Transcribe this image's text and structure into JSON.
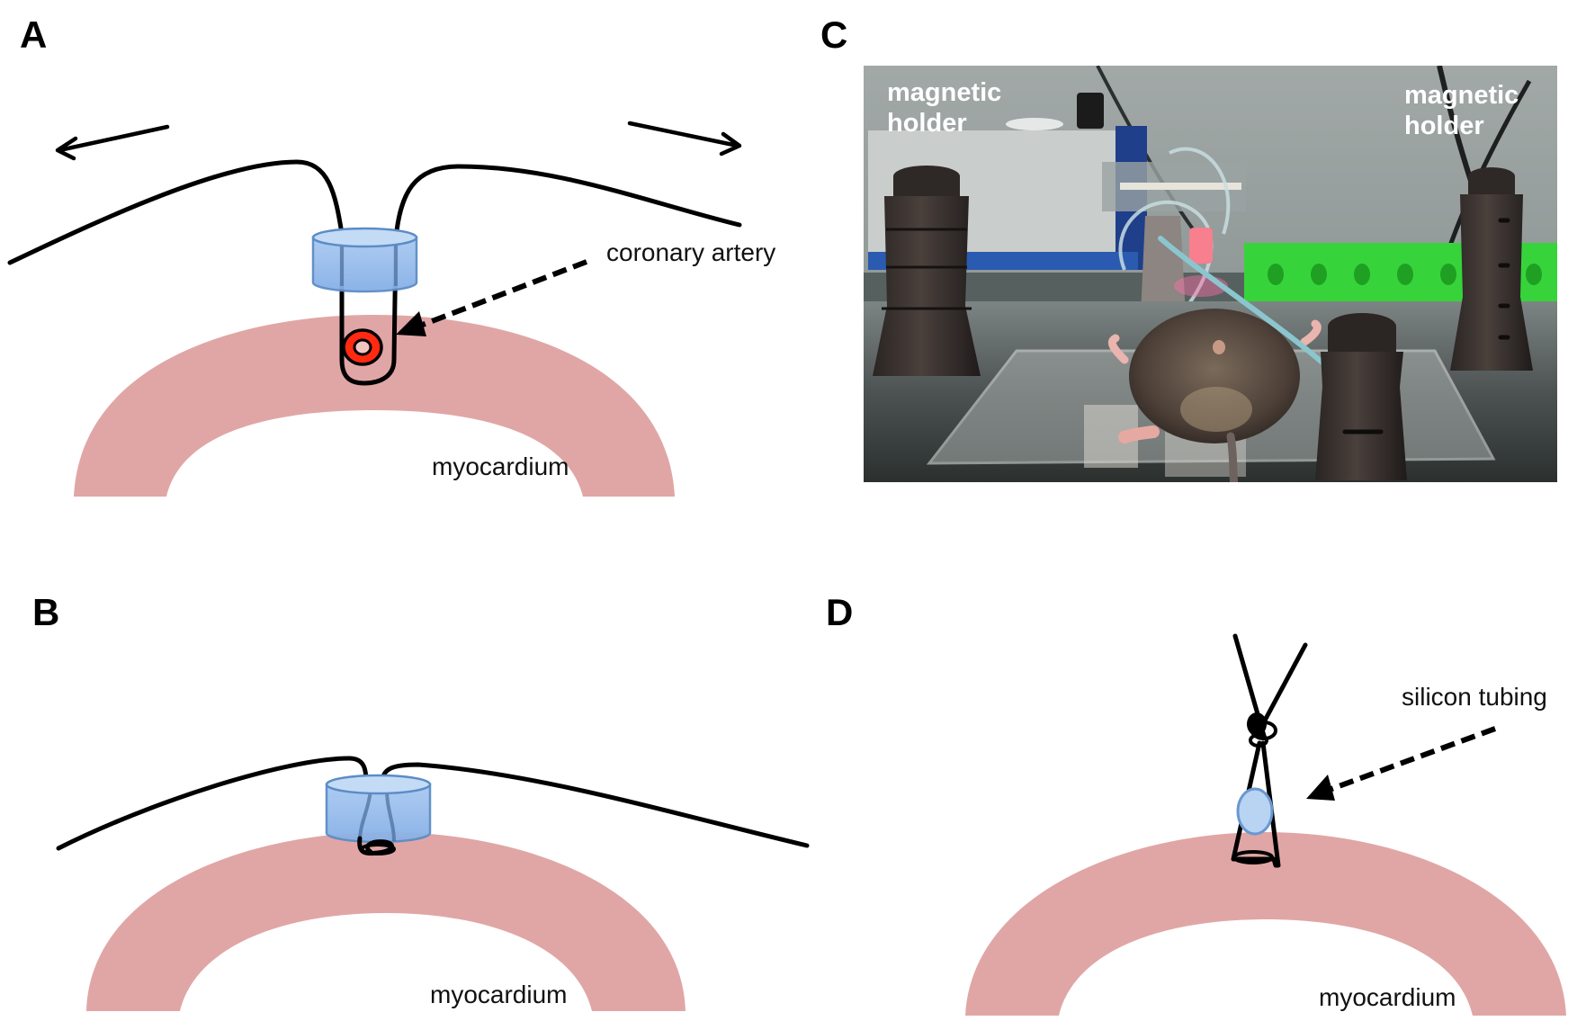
{
  "figure": {
    "panels": [
      {
        "id": "A",
        "letter": "A",
        "labels": {
          "artery": "coronary artery",
          "tissue": "myocardium"
        }
      },
      {
        "id": "B",
        "letter": "B",
        "labels": {
          "tissue": "myocardium"
        }
      },
      {
        "id": "C",
        "letter": "C",
        "labels": {
          "left_holder": [
            "magnetic",
            "holder"
          ],
          "right_holder": [
            "magnetic",
            "holder"
          ]
        }
      },
      {
        "id": "D",
        "letter": "D",
        "labels": {
          "tubing": "silicon tubing",
          "tissue": "myocardium"
        }
      }
    ]
  },
  "panelA": {
    "letter": "A",
    "artery_label": "coronary artery",
    "tissue_label": "myocardium"
  },
  "panelB": {
    "letter": "B",
    "tissue_label": "myocardium"
  },
  "panelC": {
    "letter": "C",
    "left_label_line1": "magnetic",
    "left_label_line2": "holder",
    "right_label_line1": "magnetic",
    "right_label_line2": "holder"
  },
  "panelD": {
    "letter": "D",
    "tubing_label": "silicon tubing",
    "tissue_label": "myocardium"
  },
  "colors": {
    "myocardium": "#e0a6a5",
    "occluder_fill": "#8fb8ea",
    "occluder_stroke": "#5b8cc6",
    "artery_red": "#ff2a10",
    "suture": "#000000"
  },
  "icons": {
    "left_pull_arrow": "arrow-left-icon",
    "right_pull_arrow": "arrow-right-icon",
    "pointer_arrow": "dashed-arrow-icon"
  }
}
